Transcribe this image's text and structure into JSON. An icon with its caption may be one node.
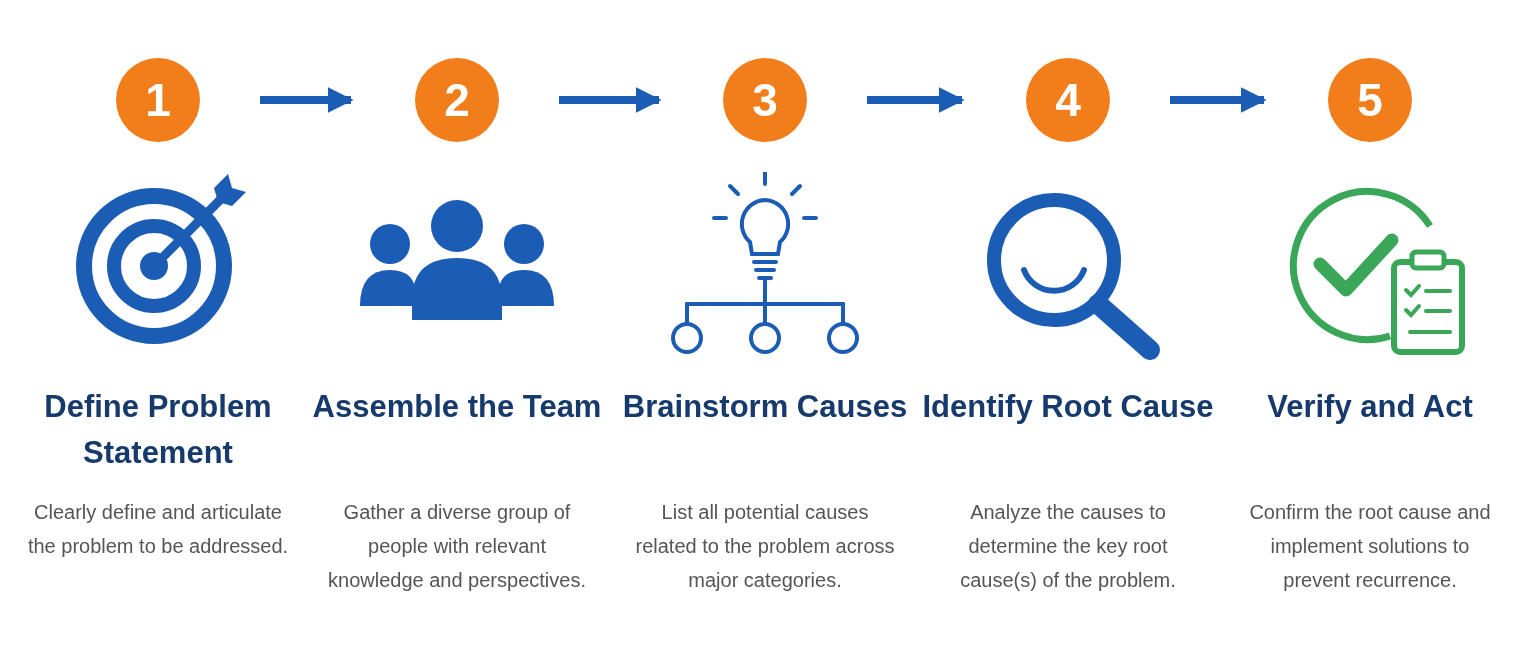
{
  "diagram": {
    "nodes": [
      {
        "text": [
          "1"
        ]
      },
      {
        "text": [
          "2"
        ]
      },
      {
        "text": [
          "3"
        ]
      },
      {
        "text": [
          "4"
        ]
      },
      {
        "text": [
          "5"
        ]
      }
    ],
    "edges": [
      {
        "from": 0,
        "to": 1,
        "arrow": "to"
      },
      {
        "from": 1,
        "to": 2,
        "arrow": "to"
      },
      {
        "from": 2,
        "to": 3,
        "arrow": "to"
      },
      {
        "from": 3,
        "to": 4,
        "arrow": "to"
      }
    ],
    "labels": [
      "Define Problem Statement",
      "Clearly define and articulate the problem to be addressed.",
      "Assemble the Team",
      "Gather a diverse group of people with relevant knowledge and perspectives.",
      "Brainstorm Causes",
      "List all potential causes related to the problem across major categories.",
      "Identify Root Cause",
      "Analyze the causes to determine the key root cause(s) of the problem.",
      "Verify and Act",
      "Confirm the root cause and implement solutions to prevent recurrence."
    ]
  }
}
